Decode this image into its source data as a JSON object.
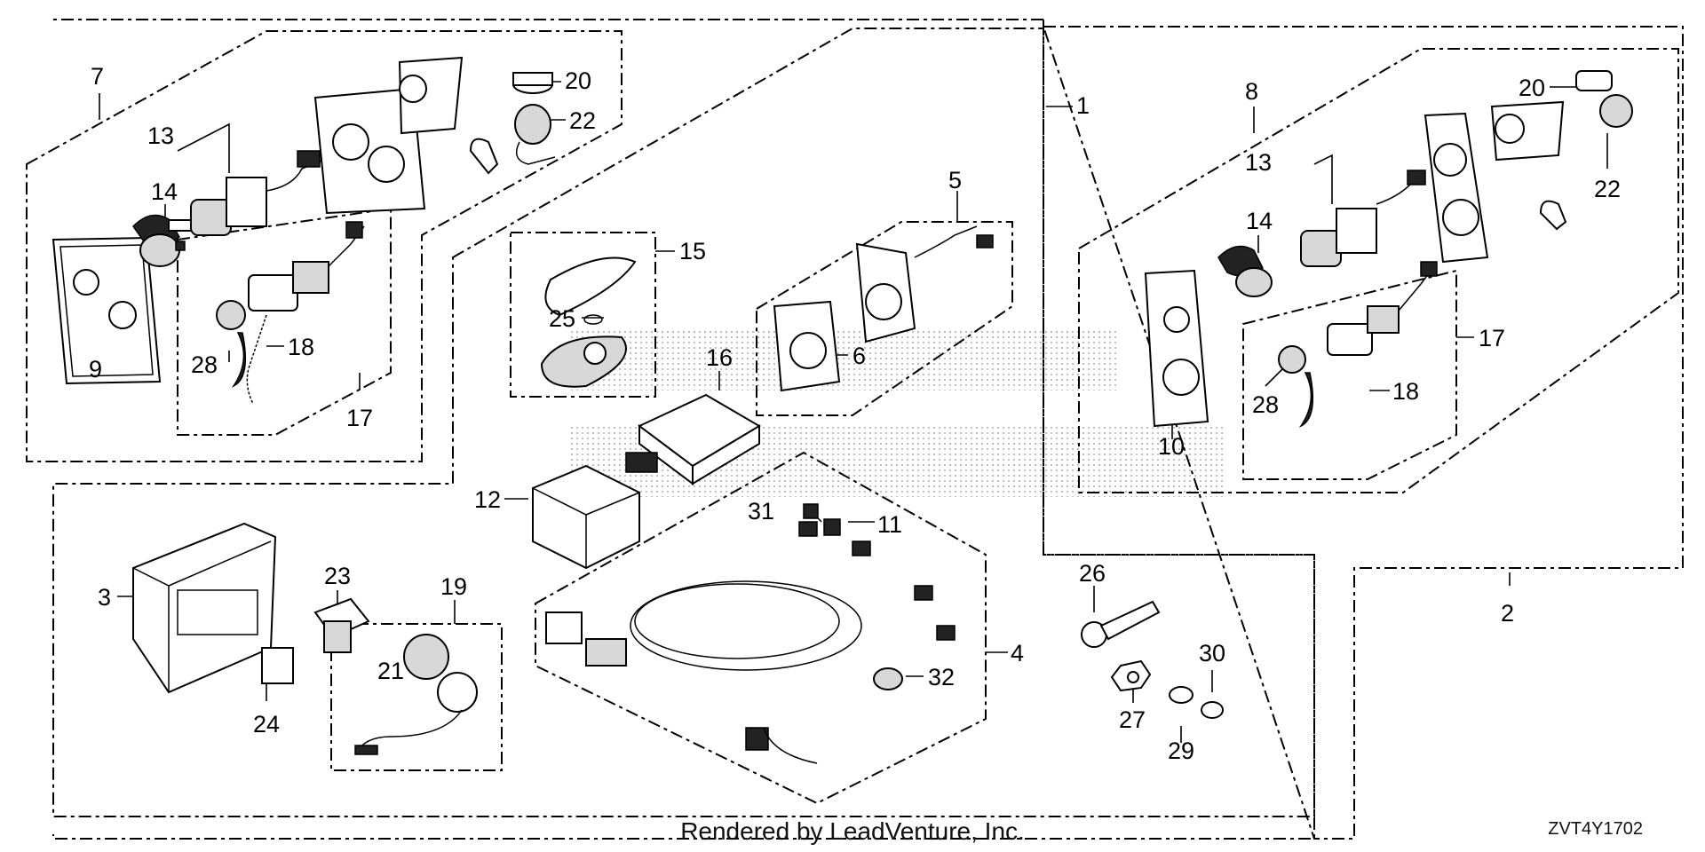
{
  "footer": {
    "rendered_by": "Rendered by LeadVenture, Inc.",
    "diagram_code": "ZVT4Y1702"
  },
  "callouts": [
    "1",
    "2",
    "3",
    "4",
    "5",
    "6",
    "7",
    "8",
    "9",
    "10",
    "11",
    "12",
    "13",
    "14",
    "15",
    "16",
    "17",
    "18",
    "19",
    "20",
    "21",
    "22",
    "23",
    "24",
    "25",
    "26",
    "27",
    "28",
    "29",
    "30",
    "31",
    "32"
  ],
  "callout_repeats": {
    "13b": "13",
    "14b": "14",
    "17b": "17",
    "18b": "18",
    "20b": "20",
    "22b": "22",
    "28b": "28"
  }
}
